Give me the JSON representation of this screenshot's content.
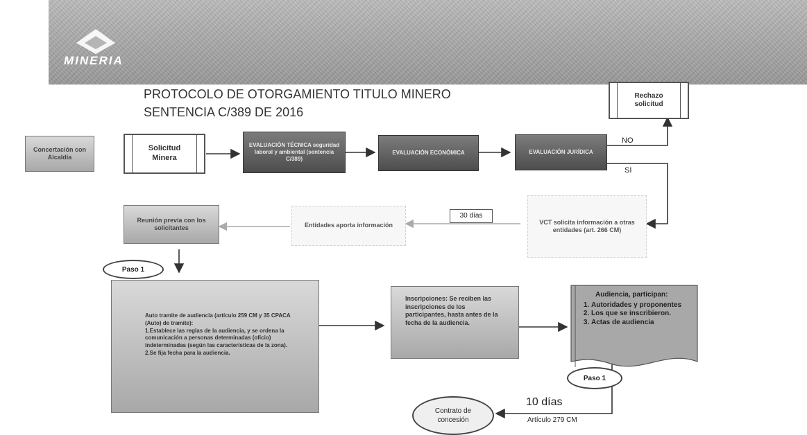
{
  "header": {
    "logo_word": "MINERIA",
    "title_line1": "PROTOCOLO DE OTORGAMIENTO TITULO MINERO",
    "title_line2": "SENTENCIA C/389 DE 2016"
  },
  "nodes": {
    "concertacion": "Concertación con Alcaldía",
    "solicitud": "Solicitud Minera",
    "evaluacion_tecnica": "EVALUACIÓN TÉCNICA seguridad laboral y ambiental (sentencia C/389)",
    "evaluacion_economica": "EVALUACIÓN ECONÓMICA",
    "evaluacion_juridica": "EVALUACIÓN JURÍDICA",
    "rechazo": "Rechazo solicitud",
    "vct": "VCT solicita información a otras entidades (art. 266 CM)",
    "entidades": "Entidades aporta información",
    "reunion": "Reunión previa con los solicitantes",
    "auto_tramite": {
      "heading": "Auto tramite de audiencia (artículo 259 CM y 35 CPACA (Auto) de tramite):",
      "item1": "1.Establece las reglas de la audiencia, y se ordena la comunicación a personas determinadas (oficio) indeterminadas (según las características de la zona).",
      "item2": "2.Se fija fecha para la audiencia."
    },
    "inscripciones": "Inscripciones: Se reciben las inscripciones de los participantes, hasta antes de la fecha de la audiencia.",
    "audiencia": {
      "heading": "Audiencia, participan:",
      "items": [
        "Autoridades y proponentes",
        "Los que se inscribieron.",
        "Actas de audiencia"
      ]
    },
    "contrato": "Contrato de concesión"
  },
  "labels": {
    "no": "NO",
    "si": "SI",
    "dias30": "30 días",
    "paso1_a": "Paso 1",
    "paso1_b": "Paso 1",
    "dias10": "10 días",
    "articulo": "Artículo 279 CM"
  }
}
